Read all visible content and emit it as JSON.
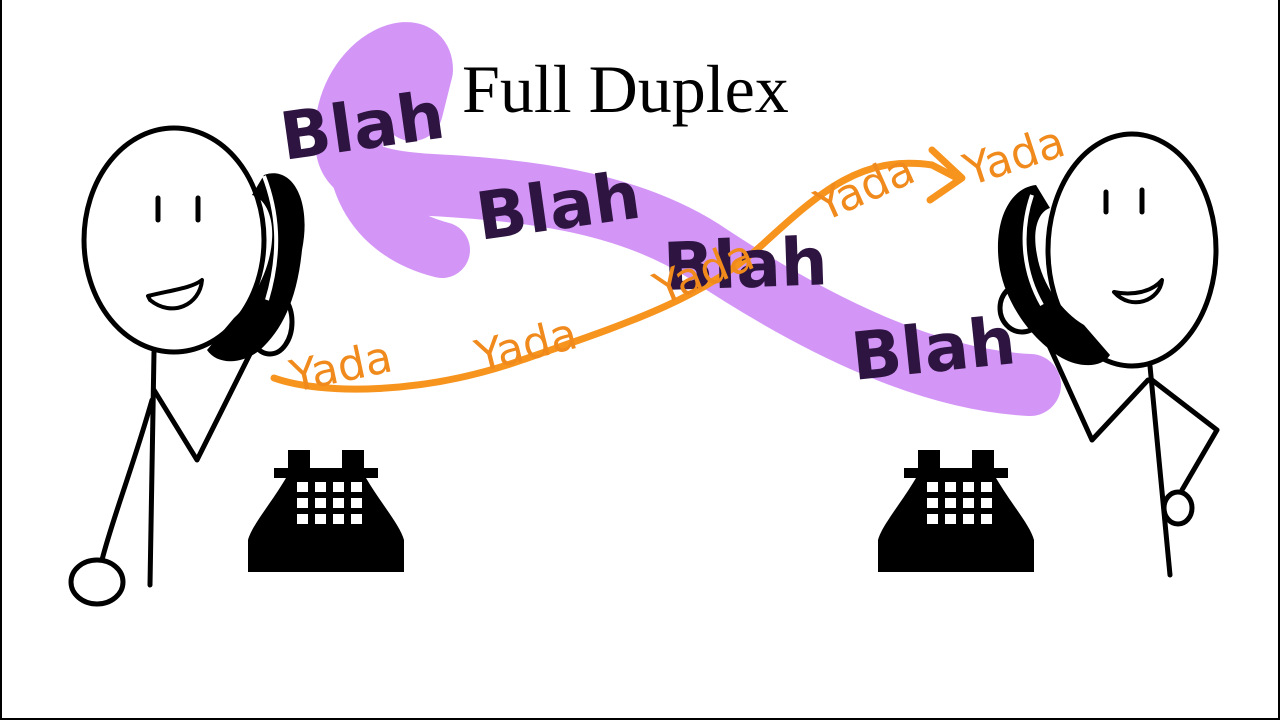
{
  "title": "Full Duplex",
  "colors": {
    "background": "#ffffff",
    "outline": "#000000",
    "blah_stroke": "#d396f7",
    "blah_text": "#2e1440",
    "yada_stroke": "#f7941d",
    "yada_text": "#f08a1c"
  },
  "blah_words": [
    "Blah",
    "Blah",
    "Blah",
    "Blah"
  ],
  "yada_words": [
    "Yada",
    "Yada",
    "Yada",
    "Yada",
    "Yada"
  ],
  "icons": {
    "left_person": "stick-figure-icon",
    "right_person": "stick-figure-icon",
    "left_handset": "phone-handset-icon",
    "right_handset": "phone-handset-icon",
    "left_phone": "desk-telephone-icon",
    "right_phone": "desk-telephone-icon",
    "blah_arrow": "arrow-left-icon",
    "yada_arrow": "arrow-right-icon"
  }
}
